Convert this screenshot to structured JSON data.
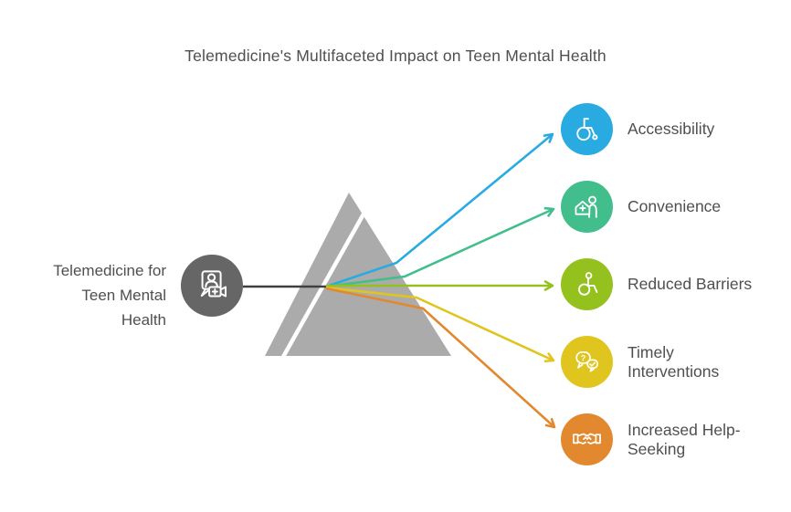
{
  "title": "Telemedicine's Multifaceted Impact on Teen Mental Health",
  "colors": {
    "background": "#FFFFFF",
    "text": "#4F4F4F",
    "prism": "#ABABAB",
    "prism_slit": "#FFFFFF",
    "input_beam": "#404040"
  },
  "left_node": {
    "lines": [
      "Telemedicine for",
      "Teen Mental",
      "Health"
    ],
    "icon": "telemedicine-video-chat-icon",
    "color": "#666666",
    "icon_stroke": "#FFFFFF"
  },
  "right_items": [
    {
      "lines": [
        "Accessibility"
      ],
      "icon": "wheelchair-icon",
      "color": "#29ABE2"
    },
    {
      "lines": [
        "Convenience"
      ],
      "icon": "home-care-person-icon",
      "color": "#41BE8C"
    },
    {
      "lines": [
        "Reduced Barriers"
      ],
      "icon": "accessibility-icon",
      "color": "#95C11F"
    },
    {
      "lines": [
        "Timely",
        "Interventions"
      ],
      "icon": "chat-question-check-icon",
      "color": "#E0C51F"
    },
    {
      "lines": [
        "Increased Help-",
        "Seeking"
      ],
      "icon": "handshake-icon",
      "color": "#E2892F"
    }
  ],
  "glyph_text": {
    "question_mark": "?"
  }
}
